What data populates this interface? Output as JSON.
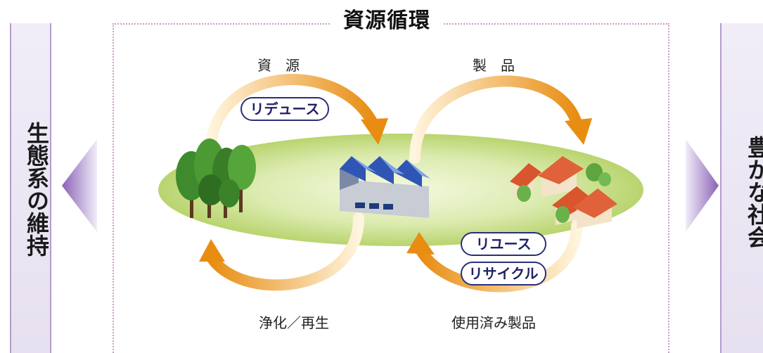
{
  "title": "資源循環",
  "left_panel": {
    "label": "生態系の維持"
  },
  "right_panel": {
    "label": "豊かな社会"
  },
  "flow_labels": {
    "resource": "資　源",
    "product": "製　品",
    "purification": "浄化／再生",
    "used_products": "使用済み製品"
  },
  "badges": {
    "reduce": "リデュース",
    "reuse": "リユース",
    "recycle": "リサイクル"
  },
  "colors": {
    "arrow": "#ec9a22",
    "ground": "#c9df8a",
    "panel_border": "#b49ccd",
    "badge_border": "#2a2f7a"
  }
}
